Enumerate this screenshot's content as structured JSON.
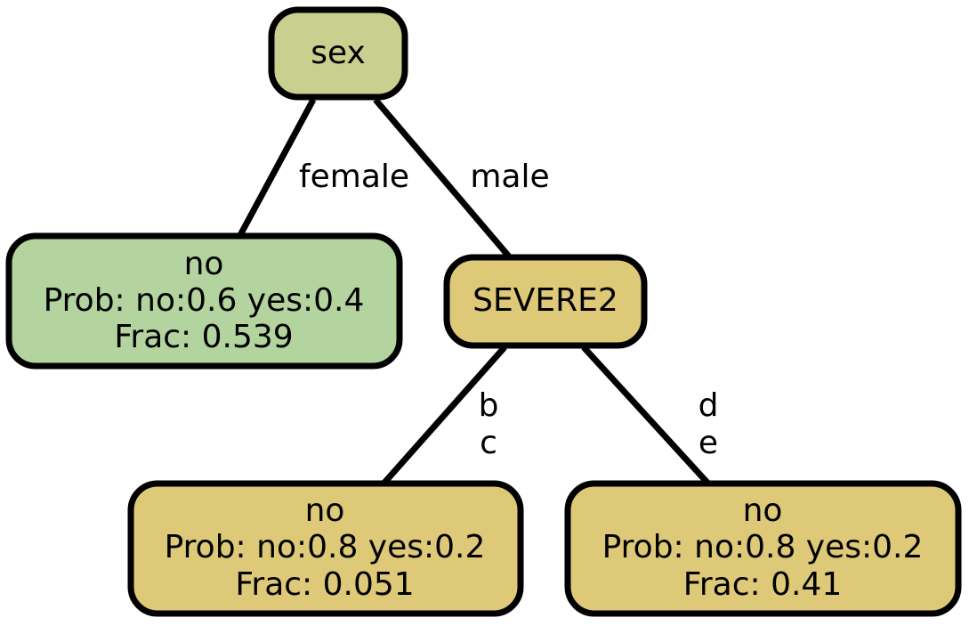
{
  "colors": {
    "root_fill": "#c9d08f",
    "leaf_green_fill": "#b4d49f",
    "tan_fill": "#ddc977",
    "stroke": "#000000"
  },
  "nodes": {
    "root": {
      "label": "sex"
    },
    "female_leaf": {
      "line1": "no",
      "line2": "Prob: no:0.6 yes:0.4",
      "line3": "Frac: 0.539"
    },
    "severe2": {
      "label": "SEVERE2"
    },
    "bc_leaf": {
      "line1": "no",
      "line2": "Prob: no:0.8 yes:0.2",
      "line3": "Frac: 0.051"
    },
    "de_leaf": {
      "line1": "no",
      "line2": "Prob: no:0.8 yes:0.2",
      "line3": "Frac: 0.41"
    }
  },
  "edges": {
    "female": {
      "label": "female"
    },
    "male": {
      "label": "male"
    },
    "bc": {
      "line1": "b",
      "line2": "c"
    },
    "de": {
      "line1": "d",
      "line2": "e"
    }
  }
}
